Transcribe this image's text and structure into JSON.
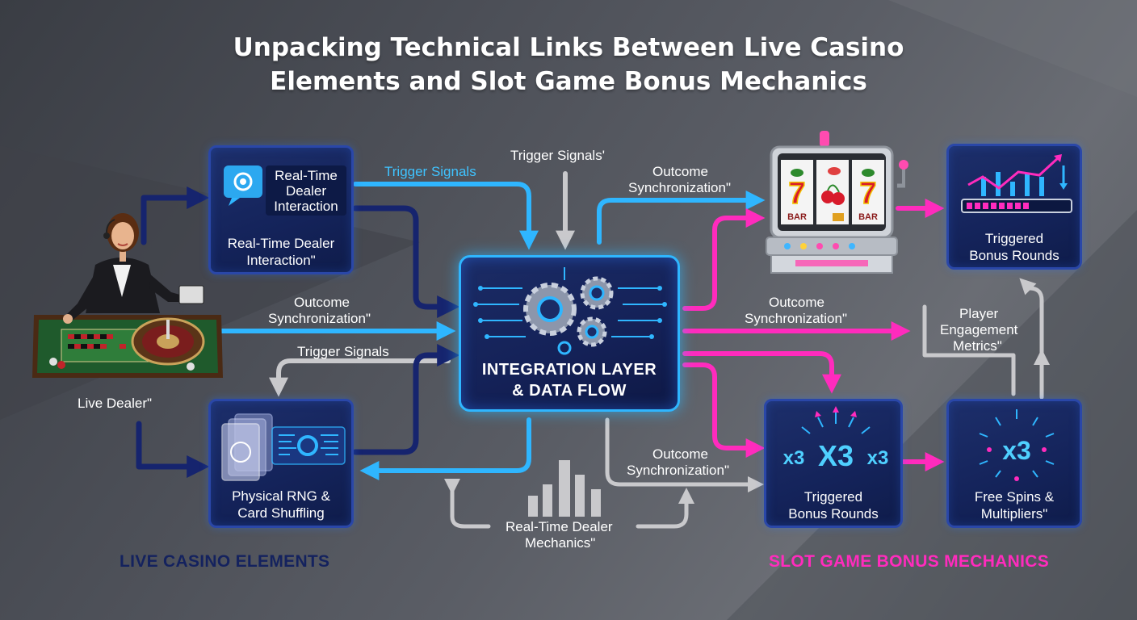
{
  "title": {
    "line1": "Unpacking Technical Links Between Live Casino",
    "line2": "Elements and Slot Game Bonus Mechanics"
  },
  "center": {
    "line1": "INTEGRATION LAYER",
    "line2": "& DATA FLOW"
  },
  "nodes": {
    "dealer_interaction": {
      "inner_line1": "Real-Time",
      "inner_line2": "Dealer",
      "inner_line3": "Interaction",
      "line1": "Real-Time Dealer",
      "line2": "Interaction\""
    },
    "rng": {
      "line1": "Physical RNG &",
      "line2": "Card Shuffling"
    },
    "bonus_top": {
      "line1": "Triggered",
      "line2": "Bonus Rounds"
    },
    "bonus_mid": {
      "line1": "Triggered",
      "line2": "Bonus Rounds",
      "mult_small": "x3",
      "mult_big": "X3",
      "mult_small2": "x3"
    },
    "free_spins": {
      "line1": "Free Spins &",
      "line2": "Multipliers\"",
      "mult": "x3"
    },
    "slot_reels": {
      "reel_label": "BAR"
    }
  },
  "labels": {
    "trigger_signals_top": "Trigger Signals",
    "trigger_signals_center": "Trigger Signals'",
    "outcome_sync_top_l1": "Outcome",
    "outcome_sync_top_l2": "Synchronization\"",
    "outcome_sync_left_l1": "Outcome",
    "outcome_sync_left_l2": "Synchronization\"",
    "trigger_signals_left": "Trigger Signals",
    "outcome_sync_right_l1": "Outcome",
    "outcome_sync_right_l2": "Synchronization\"",
    "player_engagement_l1": "Player",
    "player_engagement_l2": "Engagement",
    "player_engagement_l3": "Metrics\"",
    "outcome_sync_bottom_l1": "Outcome",
    "outcome_sync_bottom_l2": "Synchronization\"",
    "dealer_mechanics_l1": "Real-Time Dealer",
    "dealer_mechanics_l2": "Mechanics\"",
    "live_dealer": "Live Dealer\""
  },
  "sections": {
    "left": "LIVE CASINO ELEMENTS",
    "right": "SLOT GAME BONUS MECHANICS"
  },
  "colors": {
    "cyan": "#2fb6ff",
    "navy": "#1a2a78",
    "magenta": "#ff2bbd",
    "grey": "#c9c9cc",
    "section_left": "#14225e",
    "section_right": "#ff2bbd"
  }
}
